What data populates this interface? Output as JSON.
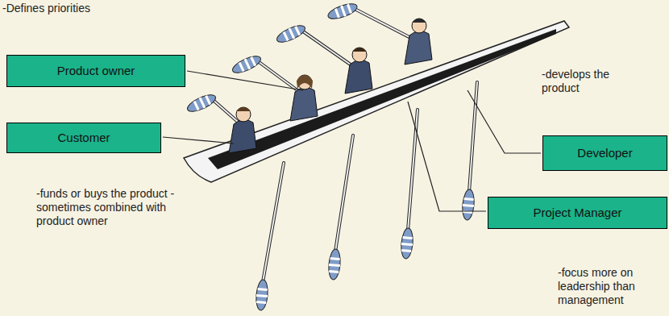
{
  "diagram": {
    "nodes": [
      {
        "text": [
          "Product owner"
        ]
      },
      {
        "text": [
          "Customer"
        ]
      },
      {
        "text": [
          "Developer"
        ]
      },
      {
        "text": [
          "Project Manager"
        ]
      }
    ],
    "labels": [
      "-Defines priorities",
      "-develops the product",
      "-funds or buys the product -sometimes combined with product owner",
      "-focus more on leadership than management"
    ]
  }
}
